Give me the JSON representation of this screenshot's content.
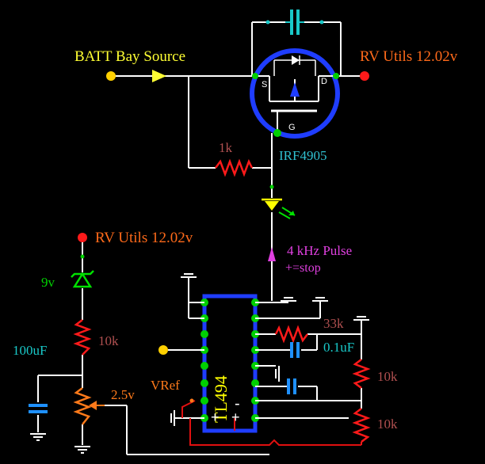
{
  "colors": {
    "background": "#000000",
    "wire": "#ffffff",
    "source_label": "#ffff33",
    "utils_label": "#ff6a1a",
    "resistor": "#ff1a1a",
    "resistor_label": "#b05050",
    "capacitor": "#1e90ff",
    "capacitor_alt": "#19c8c8",
    "mosfet": "#1f3dff",
    "mosfet_label": "#30c0d0",
    "node": "#00d000",
    "terminal": "#ff1a1a",
    "input_dot": "#ffd000",
    "zener": "#00e000",
    "led": "#ffff00",
    "pulse_label": "#e040e0",
    "ic_outline": "#1f3dff",
    "ic_label": "#ffff00",
    "pot": "#ff7a1a",
    "red_wire": "#e01010"
  },
  "labels": {
    "batt_source": "BATT Bay Source",
    "rv_utils_top": "RV Utils 12.02v",
    "rv_utils_left": "RV Utils 12.02v",
    "mosfet_part": "IRF4905",
    "mosfet_s": "S",
    "mosfet_d": "D",
    "mosfet_g": "G",
    "r_gate": "1k",
    "pulse": "4 kHz Pulse",
    "pulse_note": "+=stop",
    "zener": "9v",
    "r_zener": "10k",
    "cap_100uf": "100uF",
    "pot_voltage": "2.5v",
    "vref": "VRef",
    "ic_part": "TL494",
    "ic_minus": "-",
    "ic_plus_left": "+",
    "ic_plus_right": "+",
    "r_timing": "33k",
    "c_timing": "0.1uF",
    "r_div_top": "10k",
    "r_div_bottom": "10k"
  },
  "icons": {
    "ground": "ground-icon",
    "led": "led-icon",
    "zener": "zener-diode-icon",
    "mosfet": "p-channel-mosfet-icon"
  }
}
